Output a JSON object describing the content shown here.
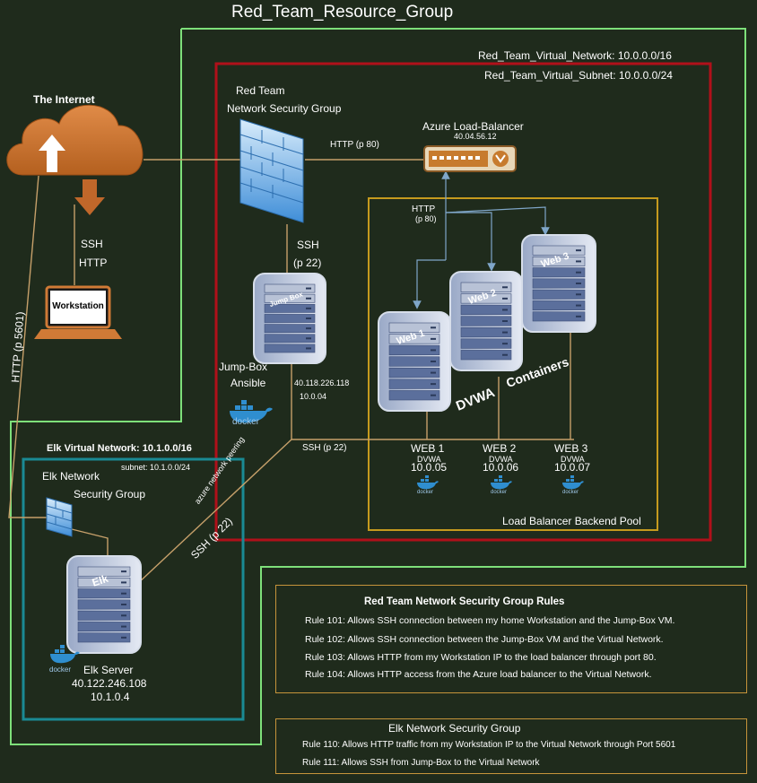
{
  "resource_group": {
    "title": "Red_Team_Resource_Group"
  },
  "virtual_network": {
    "label": "Red_Team_Virtual_Network:  10.0.0.0/16"
  },
  "virtual_subnet": {
    "label": "Red_Team_Virtual_Subnet:  10.0.0.0/24"
  },
  "internet": {
    "label": "The Internet"
  },
  "workstation": {
    "label": "Workstation",
    "ssh": "SSH",
    "http": "HTTP"
  },
  "nsg": {
    "line1": "Red Team",
    "line2": "Network Security Group"
  },
  "links": {
    "internet_to_lb": "HTTP    (p 80)",
    "nsg_to_jump_ssh": "SSH",
    "nsg_to_jump_port": "(p 22)",
    "lb_to_pool_http": "HTTP",
    "lb_to_pool_port": "(p 80)",
    "jump_to_web": "SSH (p 22)",
    "elk_http": "HTTP (p 5601)",
    "elk_ssh": "SSH (p 22)",
    "peering": "azure network peering"
  },
  "load_balancer": {
    "name": "Azure Load-Balancer",
    "ip": "40.04.56.12"
  },
  "jump_box": {
    "server_label": "Jump Box",
    "title": "Jump-Box",
    "subtitle": "Ansible",
    "public_ip": "40.118.226.118",
    "private_ip": "10.0.04",
    "docker": "docker"
  },
  "web_servers": [
    {
      "server_label": "Web 1",
      "name": "WEB 1",
      "app": "DVWA",
      "ip": "10.0.05",
      "docker": "docker"
    },
    {
      "server_label": "Web 2",
      "name": "WEB 2",
      "app": "DVWA",
      "ip": "10.0.06",
      "docker": "docker"
    },
    {
      "server_label": "Web 3",
      "name": "WEB 3",
      "app": "DVWA",
      "ip": "10.0.07",
      "docker": "docker"
    }
  ],
  "pool": {
    "dvwa": "DVWA",
    "containers": "Containers",
    "label": "Load Balancer Backend Pool"
  },
  "elk_network": {
    "title": "Elk Virtual Network: 10.1.0.0/16",
    "subnet": "subnet: 10.1.0.0/24",
    "nsg_line1": "Elk Network",
    "nsg_line2": "Security Group",
    "server_label": "Elk",
    "server_name": "Elk Server",
    "public_ip": "40.122.246.108",
    "private_ip": "10.1.0.4",
    "docker": "docker"
  },
  "red_team_rules": {
    "title": "Red Team Network Security Group Rules",
    "rules": [
      "Rule 101:  Allows SSH connection between my home Workstation and the Jump-Box VM.",
      "Rule 102:  Allows SSH connection between the Jump-Box VM and the Virtual Network.",
      "Rule 103:  Allows HTTP from my Workstation IP to the load balancer through port 80.",
      "Rule 104:  Allows HTTP access from the Azure load balancer to the Virtual Network."
    ]
  },
  "elk_rules": {
    "title": "Elk Network Security Group",
    "rules": [
      "Rule 110:  Allows HTTP traffic from my Workstation IP to the Virtual Network through Port 5601",
      "Rule 111: Allows SSH from Jump-Box to the Virtual Network"
    ]
  },
  "colors": {
    "background": "#1f2b1c",
    "resource_group_border": "#7ee07a",
    "vnet_border": "#b0101a",
    "pool_border": "#c59a1e",
    "elk_border": "#1a8a94",
    "link_tan": "#c6a06a",
    "link_blue": "#7fa6c9",
    "cloud": "#d07a36"
  }
}
